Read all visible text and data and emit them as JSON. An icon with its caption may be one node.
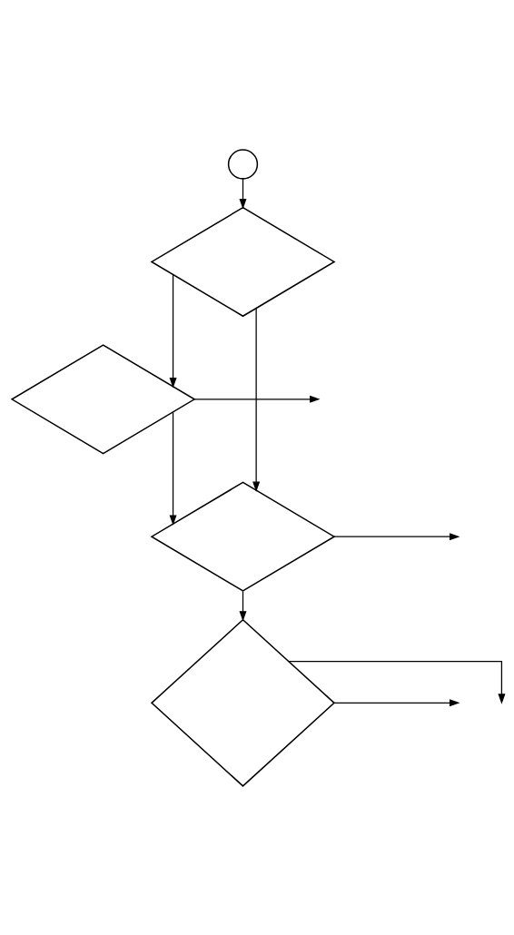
{
  "diagram": {
    "nodes": [
      {
        "text": [],
        "shape": "circle"
      },
      {
        "text": [],
        "shape": "diamond"
      },
      {
        "text": [],
        "shape": "diamond"
      },
      {
        "text": [],
        "shape": "diamond"
      },
      {
        "text": [],
        "shape": "diamond"
      }
    ],
    "edges": [
      {
        "from": 0,
        "to": 1,
        "arrow": "to"
      },
      {
        "from": 1,
        "to": 2,
        "arrow": "to"
      },
      {
        "from": 1,
        "to": 3,
        "arrow": "to"
      },
      {
        "from": 2,
        "to": null,
        "arrow": "to"
      },
      {
        "from": 2,
        "to": 3,
        "arrow": "to"
      },
      {
        "from": 3,
        "to": null,
        "arrow": "to"
      },
      {
        "from": 3,
        "to": 4,
        "arrow": "to"
      },
      {
        "from": 4,
        "to": null,
        "arrow": "to"
      },
      {
        "from": 4,
        "to": null,
        "arrow": "to"
      }
    ]
  }
}
